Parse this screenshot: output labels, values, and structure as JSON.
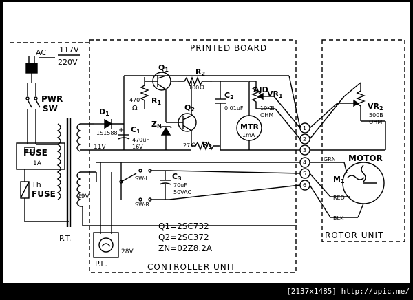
{
  "source": {
    "ac_label": "AC",
    "voltage_1": "117V",
    "voltage_2": "220V"
  },
  "switches": {
    "power_switch_line1": "PWR",
    "power_switch_line2": "SW",
    "sw_l": "SW-L",
    "sw_r": "SW-R"
  },
  "fuses": {
    "fuse_label": "FUSE",
    "fuse_rating": "1A",
    "thermal_fuse_line1": "Th",
    "thermal_fuse_line2": "FUSE"
  },
  "transformer": {
    "label": "P.T.",
    "secondary_voltage": "29V",
    "out_voltage": "11V"
  },
  "pilot_lamp": {
    "label": "P.L.",
    "voltage": "28V"
  },
  "board": {
    "title": "PRINTED BOARD",
    "controller_title": "CONTROLLER UNIT"
  },
  "components": {
    "d1": "D",
    "d1_sub": "1",
    "d1_part": "1S1588",
    "c1": "C",
    "c1_sub": "1",
    "c1_value": "470uF",
    "c1_voltage": "16V",
    "q1": "Q",
    "q1_sub": "1",
    "q2": "Q",
    "q2_sub": "2",
    "r1": "R",
    "r1_sub": "1",
    "r1_value": "470",
    "r2": "R",
    "r2_sub": "2",
    "r2_value": "100",
    "r3": "R",
    "r3_sub": "3",
    "r3_value": "27",
    "zn": "Z",
    "zn_sub": "N",
    "c2": "C",
    "c2_sub": "2",
    "c2_value": "0.01uF",
    "c3": "C",
    "c3_sub": "3",
    "c3_value": "70uF",
    "c3_voltage": "50VAC",
    "vr1_line1": "AJD",
    "vr1": "VR",
    "vr1_sub": "1",
    "vr1_value": "10KB",
    "vr1_unit": "OHM",
    "meter": "MTR",
    "meter_range": "1mA",
    "plus_sign": "+",
    "minus_sign": "-"
  },
  "parts_list": {
    "line1": "Q1=2SC732",
    "line2": "Q2=2SC372",
    "line3": "ZN=02Z8.2A"
  },
  "terminals": [
    "1",
    "2",
    "3",
    "4",
    "5",
    "6"
  ],
  "wires": {
    "grn": "GRN",
    "red": "RED",
    "blk": "BLK"
  },
  "rotor": {
    "title": "ROTOR UNIT",
    "vr2": "VR",
    "vr2_sub": "2",
    "vr2_value": "500B",
    "vr2_unit": "OHM",
    "motor_label": "MOTOR",
    "m1": "M",
    "m1_sub": "1"
  },
  "footer": "[2137x1485] http://upic.me/"
}
